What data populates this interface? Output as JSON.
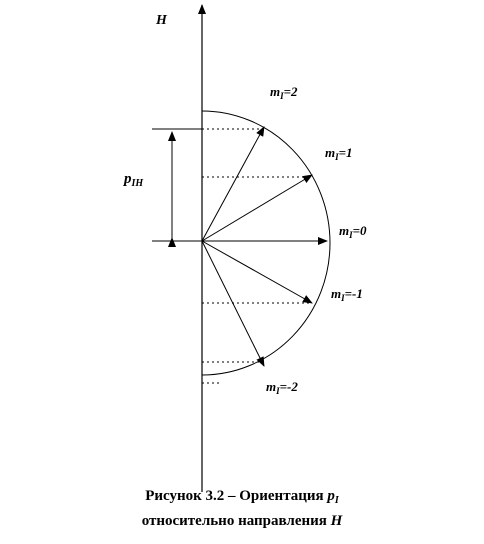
{
  "axis_label": "H",
  "projection_label_main": "p",
  "projection_label_sub": "IH",
  "vectors": [
    {
      "m_main": "m",
      "m_sub": "I",
      "m_eq": "=2",
      "value": 2
    },
    {
      "m_main": "m",
      "m_sub": "I",
      "m_eq": "=1",
      "value": 1
    },
    {
      "m_main": "m",
      "m_sub": "I",
      "m_eq": "=0",
      "value": 0
    },
    {
      "m_main": "m",
      "m_sub": "I",
      "m_eq": "=-1",
      "value": -1
    },
    {
      "m_main": "m",
      "m_sub": "I",
      "m_eq": "=-2",
      "value": -2
    }
  ],
  "caption": {
    "line1_prefix": "Рисунок 3.2 – Ориентация ",
    "line1_symbol": "p",
    "line1_sub": "I",
    "line2_prefix": "относительно направления ",
    "line2_symbol": "H"
  }
}
